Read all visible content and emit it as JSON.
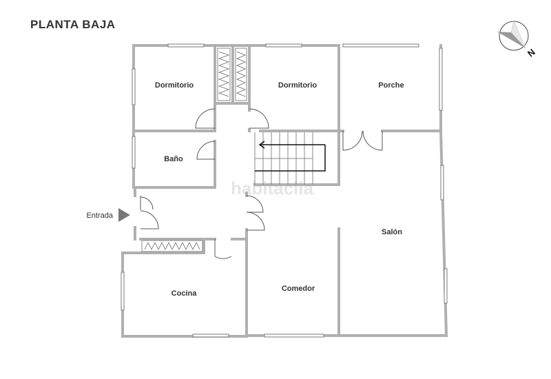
{
  "title": "PLANTA BAJA",
  "compass": {
    "label": "N"
  },
  "watermark": "habitaclia",
  "rooms": {
    "dormitorio_1": "Dormitorio",
    "dormitorio_2": "Dormitorio",
    "porche": "Porche",
    "bano": "Baño",
    "salon": "Salón",
    "cocina": "Cocina",
    "comedor": "Comedor"
  },
  "entrance": "Entrada",
  "colors": {
    "wall": "#b0b0b0",
    "text": "#333333"
  }
}
